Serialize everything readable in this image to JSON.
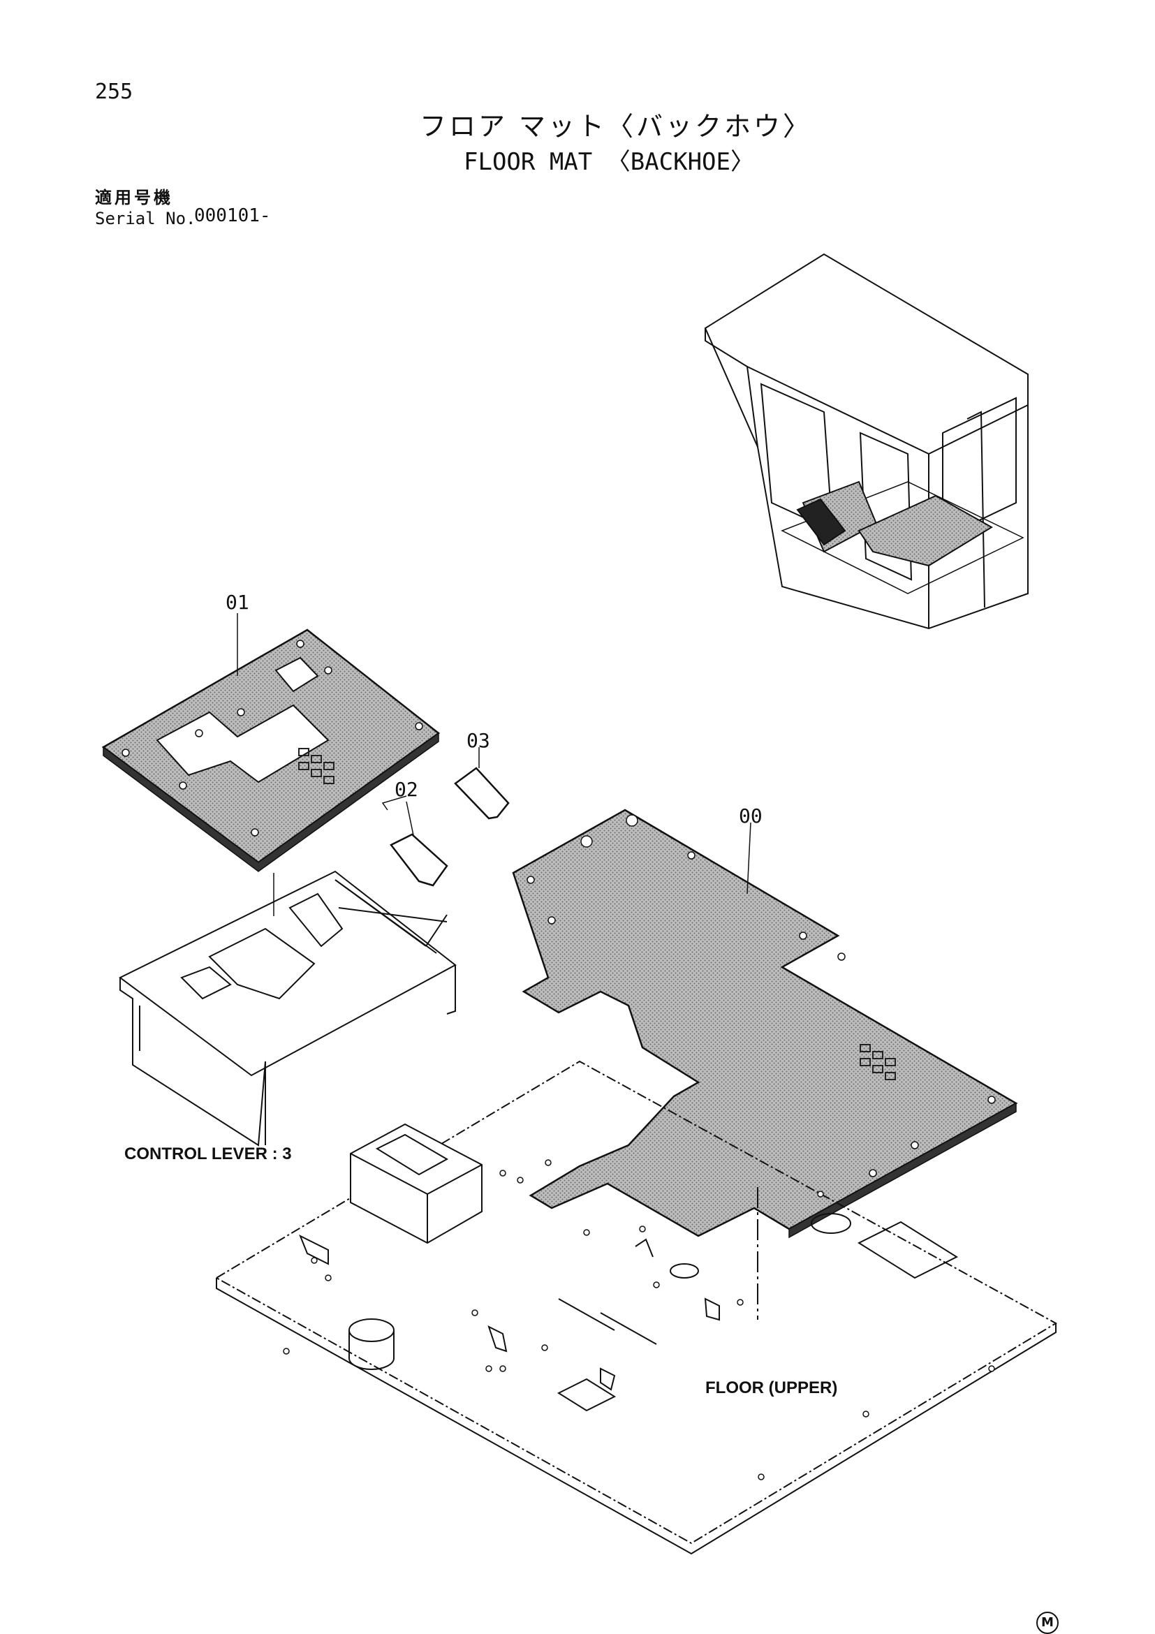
{
  "page_number": "255",
  "title_jp": "フロア マット〈バックホウ〉",
  "title_en": "FLOOR MAT 〈BACKHOE〉",
  "serial_label_jp": "適用号機",
  "serial_label_en": "Serial No.",
  "serial_value": "000101-",
  "callouts": [
    "01",
    "02",
    "03",
    "00"
  ],
  "part_labels": [
    "CONTROL LEVER : 3",
    "FLOOR (UPPER)"
  ],
  "mark": "M",
  "colors": {
    "mat_fill": "#9a9a9a",
    "line": "#111111"
  }
}
